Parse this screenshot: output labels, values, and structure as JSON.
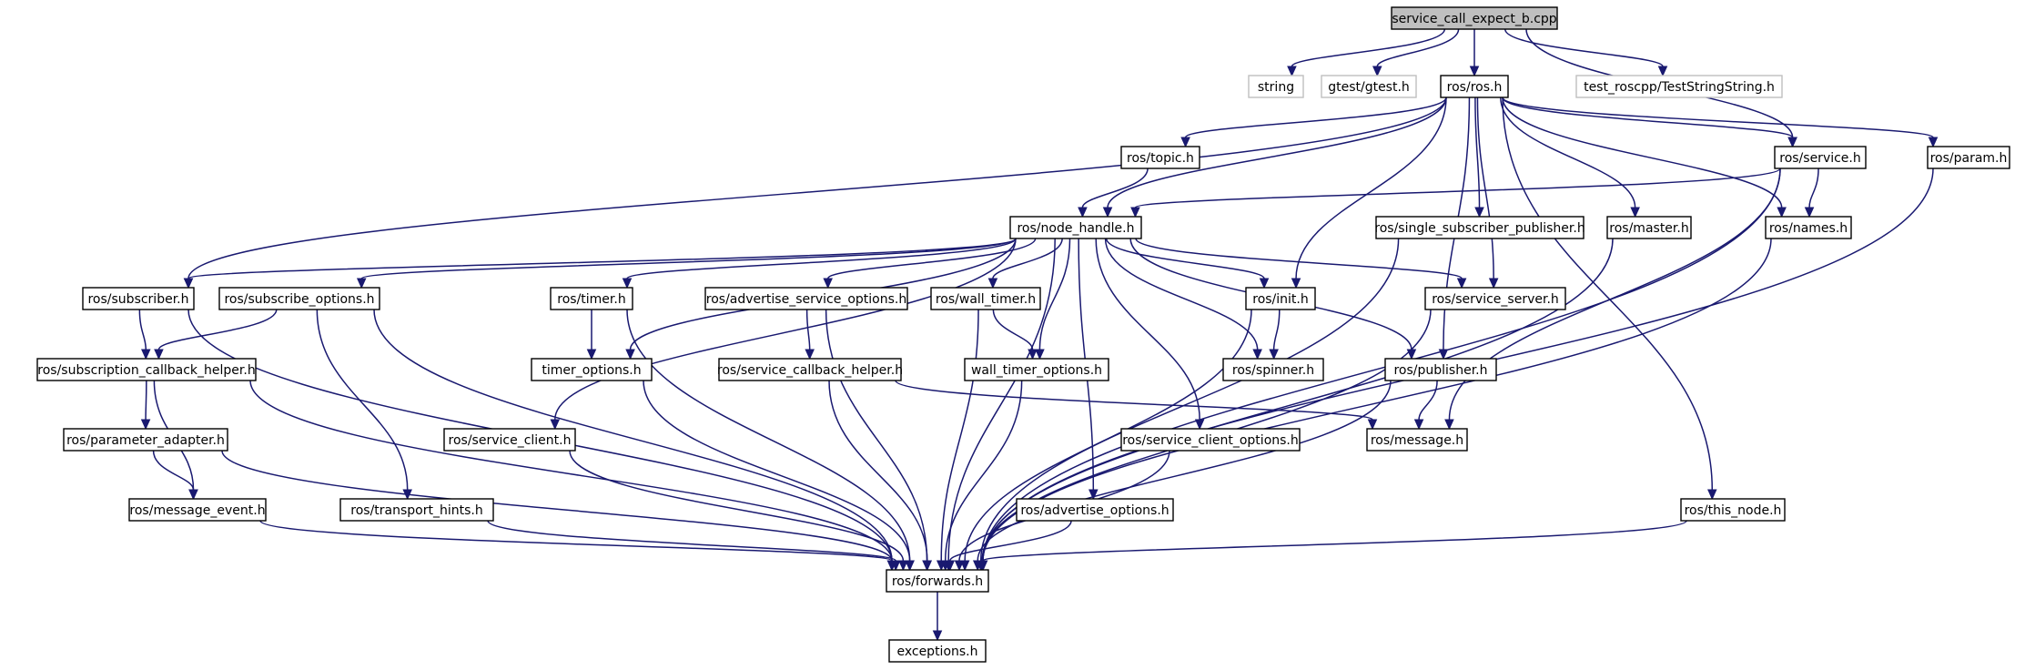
{
  "nodes": [
    {
      "id": "root",
      "label": "service_call_expect_b.cpp",
      "kind": "root"
    },
    {
      "id": "string",
      "label": "string",
      "kind": "external"
    },
    {
      "id": "gtest",
      "label": "gtest/gtest.h",
      "kind": "external"
    },
    {
      "id": "ros",
      "label": "ros/ros.h",
      "kind": "header"
    },
    {
      "id": "teststr",
      "label": "test_roscpp/TestStringString.h",
      "kind": "external"
    },
    {
      "id": "topic",
      "label": "ros/topic.h",
      "kind": "header"
    },
    {
      "id": "service",
      "label": "ros/service.h",
      "kind": "header"
    },
    {
      "id": "param",
      "label": "ros/param.h",
      "kind": "header"
    },
    {
      "id": "nodehandle",
      "label": "ros/node_handle.h",
      "kind": "header"
    },
    {
      "id": "ssp",
      "label": "ros/single_subscriber_publisher.h",
      "kind": "header"
    },
    {
      "id": "master",
      "label": "ros/master.h",
      "kind": "header"
    },
    {
      "id": "names",
      "label": "ros/names.h",
      "kind": "header"
    },
    {
      "id": "subscriber",
      "label": "ros/subscriber.h",
      "kind": "header"
    },
    {
      "id": "subopts",
      "label": "ros/subscribe_options.h",
      "kind": "header"
    },
    {
      "id": "timer",
      "label": "ros/timer.h",
      "kind": "header"
    },
    {
      "id": "aso",
      "label": "ros/advertise_service_options.h",
      "kind": "header"
    },
    {
      "id": "walltimer",
      "label": "ros/wall_timer.h",
      "kind": "header"
    },
    {
      "id": "init",
      "label": "ros/init.h",
      "kind": "header"
    },
    {
      "id": "sserver",
      "label": "ros/service_server.h",
      "kind": "header"
    },
    {
      "id": "sch",
      "label": "ros/subscription_callback_helper.h",
      "kind": "header"
    },
    {
      "id": "timeropts",
      "label": "timer_options.h",
      "kind": "header"
    },
    {
      "id": "svccbh",
      "label": "ros/service_callback_helper.h",
      "kind": "header"
    },
    {
      "id": "walltimeropts",
      "label": "wall_timer_options.h",
      "kind": "header"
    },
    {
      "id": "spinner",
      "label": "ros/spinner.h",
      "kind": "header"
    },
    {
      "id": "publisher",
      "label": "ros/publisher.h",
      "kind": "header"
    },
    {
      "id": "paramadapter",
      "label": "ros/parameter_adapter.h",
      "kind": "header"
    },
    {
      "id": "sclient",
      "label": "ros/service_client.h",
      "kind": "header"
    },
    {
      "id": "scopts",
      "label": "ros/service_client_options.h",
      "kind": "header"
    },
    {
      "id": "message",
      "label": "ros/message.h",
      "kind": "header"
    },
    {
      "id": "msgevent",
      "label": "ros/message_event.h",
      "kind": "header"
    },
    {
      "id": "thints",
      "label": "ros/transport_hints.h",
      "kind": "header"
    },
    {
      "id": "advopts",
      "label": "ros/advertise_options.h",
      "kind": "header"
    },
    {
      "id": "thisnode",
      "label": "ros/this_node.h",
      "kind": "header"
    },
    {
      "id": "forwards",
      "label": "ros/forwards.h",
      "kind": "header"
    },
    {
      "id": "exceptions",
      "label": "exceptions.h",
      "kind": "header"
    }
  ],
  "edges": [
    [
      "root",
      "string"
    ],
    [
      "root",
      "gtest"
    ],
    [
      "root",
      "ros"
    ],
    [
      "root",
      "teststr"
    ],
    [
      "root",
      "service"
    ],
    [
      "ros",
      "topic"
    ],
    [
      "ros",
      "service"
    ],
    [
      "ros",
      "param"
    ],
    [
      "ros",
      "nodehandle"
    ],
    [
      "ros",
      "ssp"
    ],
    [
      "ros",
      "master"
    ],
    [
      "ros",
      "names"
    ],
    [
      "ros",
      "subscriber"
    ],
    [
      "ros",
      "init"
    ],
    [
      "ros",
      "sserver"
    ],
    [
      "ros",
      "publisher"
    ],
    [
      "ros",
      "thisnode"
    ],
    [
      "topic",
      "nodehandle"
    ],
    [
      "service",
      "nodehandle"
    ],
    [
      "service",
      "names"
    ],
    [
      "service",
      "message"
    ],
    [
      "service",
      "forwards"
    ],
    [
      "param",
      "forwards"
    ],
    [
      "nodehandle",
      "subscriber"
    ],
    [
      "nodehandle",
      "subopts"
    ],
    [
      "nodehandle",
      "timer"
    ],
    [
      "nodehandle",
      "aso"
    ],
    [
      "nodehandle",
      "walltimer"
    ],
    [
      "nodehandle",
      "init"
    ],
    [
      "nodehandle",
      "sserver"
    ],
    [
      "nodehandle",
      "timeropts"
    ],
    [
      "nodehandle",
      "walltimeropts"
    ],
    [
      "nodehandle",
      "spinner"
    ],
    [
      "nodehandle",
      "publisher"
    ],
    [
      "nodehandle",
      "sclient"
    ],
    [
      "nodehandle",
      "scopts"
    ],
    [
      "nodehandle",
      "advopts"
    ],
    [
      "nodehandle",
      "forwards"
    ],
    [
      "ssp",
      "forwards"
    ],
    [
      "master",
      "forwards"
    ],
    [
      "names",
      "forwards"
    ],
    [
      "subscriber",
      "sch"
    ],
    [
      "subscriber",
      "forwards"
    ],
    [
      "subopts",
      "sch"
    ],
    [
      "subopts",
      "thints"
    ],
    [
      "subopts",
      "forwards"
    ],
    [
      "timer",
      "timeropts"
    ],
    [
      "timer",
      "forwards"
    ],
    [
      "aso",
      "svccbh"
    ],
    [
      "aso",
      "forwards"
    ],
    [
      "walltimer",
      "walltimeropts"
    ],
    [
      "walltimer",
      "forwards"
    ],
    [
      "init",
      "spinner"
    ],
    [
      "init",
      "forwards"
    ],
    [
      "sserver",
      "forwards"
    ],
    [
      "sch",
      "paramadapter"
    ],
    [
      "sch",
      "msgevent"
    ],
    [
      "sch",
      "forwards"
    ],
    [
      "timeropts",
      "forwards"
    ],
    [
      "svccbh",
      "message"
    ],
    [
      "svccbh",
      "forwards"
    ],
    [
      "walltimeropts",
      "forwards"
    ],
    [
      "publisher",
      "message"
    ],
    [
      "publisher",
      "forwards"
    ],
    [
      "paramadapter",
      "msgevent"
    ],
    [
      "paramadapter",
      "forwards"
    ],
    [
      "sclient",
      "forwards"
    ],
    [
      "scopts",
      "forwards"
    ],
    [
      "msgevent",
      "forwards"
    ],
    [
      "thints",
      "forwards"
    ],
    [
      "advopts",
      "forwards"
    ],
    [
      "thisnode",
      "forwards"
    ],
    [
      "forwards",
      "exceptions"
    ]
  ],
  "colors": {
    "edge": "#191970",
    "root_fill": "#bfbfbf",
    "external_border": "#bfbfbf",
    "node_border": "#000000"
  }
}
